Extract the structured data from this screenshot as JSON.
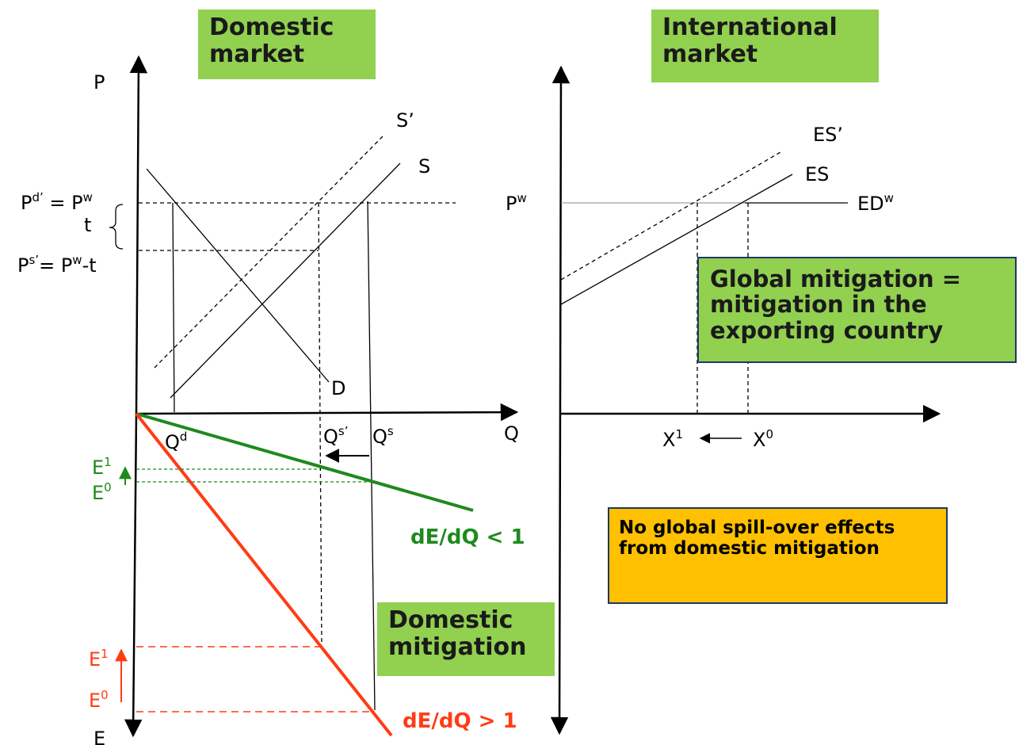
{
  "boxes": {
    "domestic_market": "Domestic market",
    "international_market": "International market",
    "global_mitigation": "Global mitigation = mitigation in the exporting country",
    "domestic_mitigation": "Domestic mitigation",
    "spillover": "No global spill-over effects from domestic mitigation"
  },
  "labels": {
    "p_axis": "P",
    "q_axis": "Q",
    "e_axis": "E",
    "s_prime": "S’",
    "s": "S",
    "d": "D",
    "pd_eq_pw_main": "P",
    "pd_eq_pw_sup": "d’",
    "pd_eq_pw_mid": " = P",
    "pd_eq_pw_sup2": "w",
    "t": "t",
    "ps_main": "P",
    "ps_sup": "s’",
    "ps_mid": "= P",
    "ps_sup2": "w",
    "ps_tail": "-t",
    "qd_main": "Q",
    "qd_sup": "d",
    "qs_prime_main": "Q",
    "qs_prime_sup": "s’",
    "qs_main": "Q",
    "qs_sup": "s",
    "e1_green_main": "E",
    "e1_green_sup": "1",
    "e0_green_main": "E",
    "e0_green_sup": "0",
    "e1_red_main": "E",
    "e1_red_sup": "1",
    "e0_red_main": "E",
    "e0_red_sup": "0",
    "de_dq_green": "dE/dQ < 1",
    "de_dq_red": "dE/dQ > 1",
    "pw_main": "P",
    "pw_sup": "w",
    "es_prime": "ES’",
    "es": "ES",
    "edw_main": "ED",
    "edw_sup": "w",
    "x1_main": "X",
    "x1_sup": "1",
    "x0_main": "X",
    "x0_sup": "0"
  },
  "colors": {
    "green_line": "#1e8a1e",
    "red_line": "#ff3c14",
    "box_green": "#92d050",
    "box_orange": "#ffc000",
    "box_border": "#1f3864"
  }
}
